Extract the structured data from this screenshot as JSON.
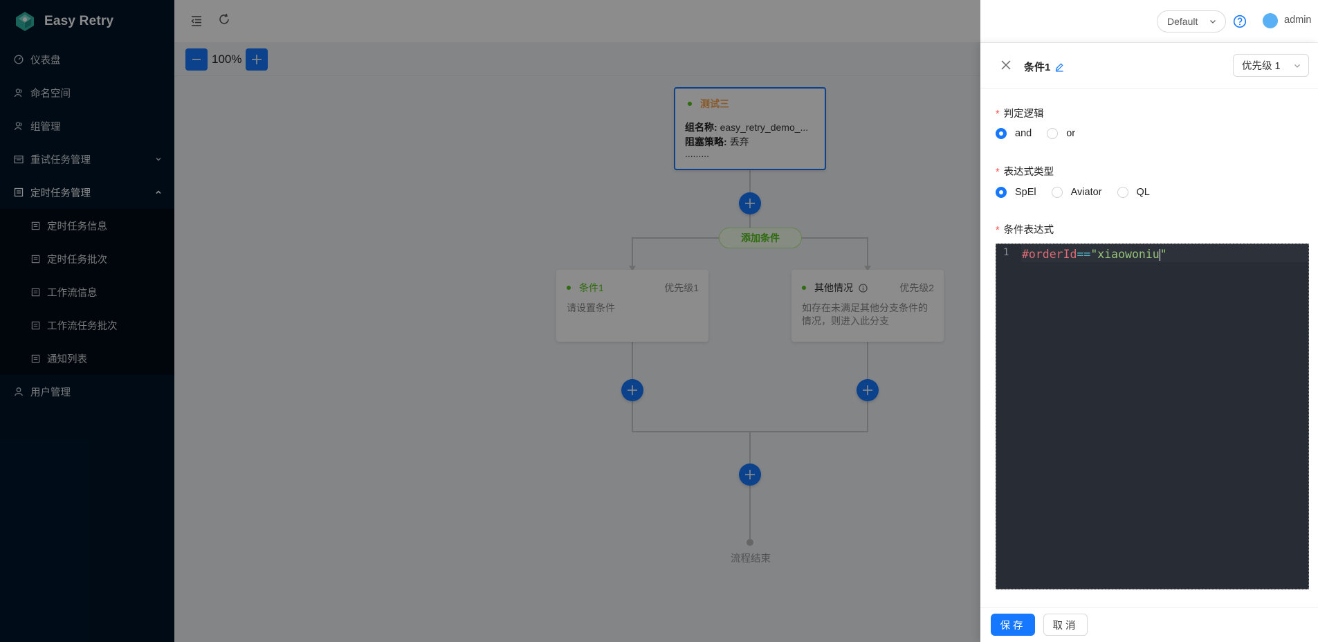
{
  "app": {
    "title": "Easy Retry"
  },
  "sidebar": {
    "items": [
      {
        "label": "仪表盘",
        "icon": "dashboard-icon"
      },
      {
        "label": "命名空间",
        "icon": "team-icon"
      },
      {
        "label": "组管理",
        "icon": "team-icon"
      },
      {
        "label": "重试任务管理",
        "icon": "schedule-icon",
        "expanded": false
      },
      {
        "label": "定时任务管理",
        "icon": "profile-icon",
        "expanded": true
      },
      {
        "label": "用户管理",
        "icon": "user-icon"
      }
    ],
    "subitems": [
      {
        "label": "定时任务信息"
      },
      {
        "label": "定时任务批次"
      },
      {
        "label": "工作流信息"
      },
      {
        "label": "工作流任务批次"
      },
      {
        "label": "通知列表"
      }
    ]
  },
  "header": {
    "env": "Default",
    "user": "admin"
  },
  "canvas": {
    "zoom": "100%",
    "start_node": {
      "title": "测试三",
      "group_label": "组名称:",
      "group_value": "easy_retry_demo_...",
      "block_label": "阻塞策略:",
      "block_value": "丢弃",
      "more": "........."
    },
    "add_condition": "添加条件",
    "branches": [
      {
        "title": "条件1",
        "priority": "优先级1",
        "body": "请设置条件",
        "title_color": "#52c41a"
      },
      {
        "title": "其他情况",
        "priority": "优先级2",
        "body": "如存在未满足其他分支条件的情况，则进入此分支",
        "title_color": "#333333"
      }
    ],
    "end_label": "流程结束"
  },
  "drawer": {
    "title": "条件1",
    "priority_select": "优先级 1",
    "logic_label": "判定逻辑",
    "logic_options": [
      "and",
      "or"
    ],
    "logic_selected": "and",
    "expr_type_label": "表达式类型",
    "expr_types": [
      "SpEl",
      "Aviator",
      "QL"
    ],
    "expr_type_selected": "SpEl",
    "expr_label": "条件表达式",
    "editor": {
      "line_number": "1",
      "code_var": "#orderId",
      "code_op": "==",
      "code_str": "\"xiaowoniu",
      "code_str_end": "\""
    },
    "save": "保存",
    "cancel": "取消"
  },
  "colors": {
    "primary": "#1677ff",
    "sidebar_bg": "#001529",
    "success": "#52c41a",
    "warning": "#f7a34f"
  }
}
